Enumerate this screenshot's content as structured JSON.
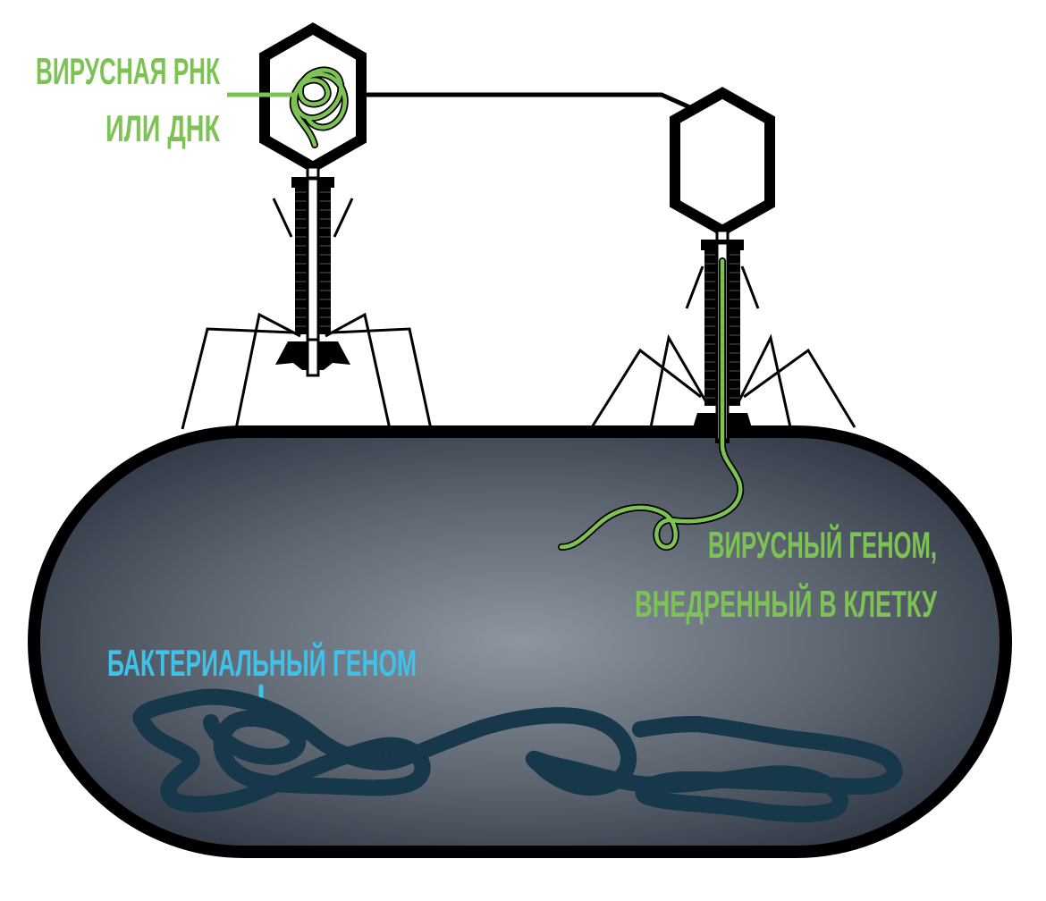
{
  "labels": {
    "viral_rna_line1": "ВИРУСНАЯ РНК",
    "viral_rna_line2": "ИЛИ ДНК",
    "viral_genome_line1": "ВИРУСНЫЙ ГЕНОМ,",
    "viral_genome_line2": "ВНЕДРЕННЫЙ В КЛЕТКУ",
    "bacterial_genome": "БАКТЕРИАЛЬНЫЙ ГЕНОМ"
  },
  "colors": {
    "viral_genome": "#7cc353",
    "bacterial_genome": "#3ec2ea",
    "outline": "#000000",
    "cell_center": "#8b939d",
    "cell_edge": "#2d3441"
  }
}
